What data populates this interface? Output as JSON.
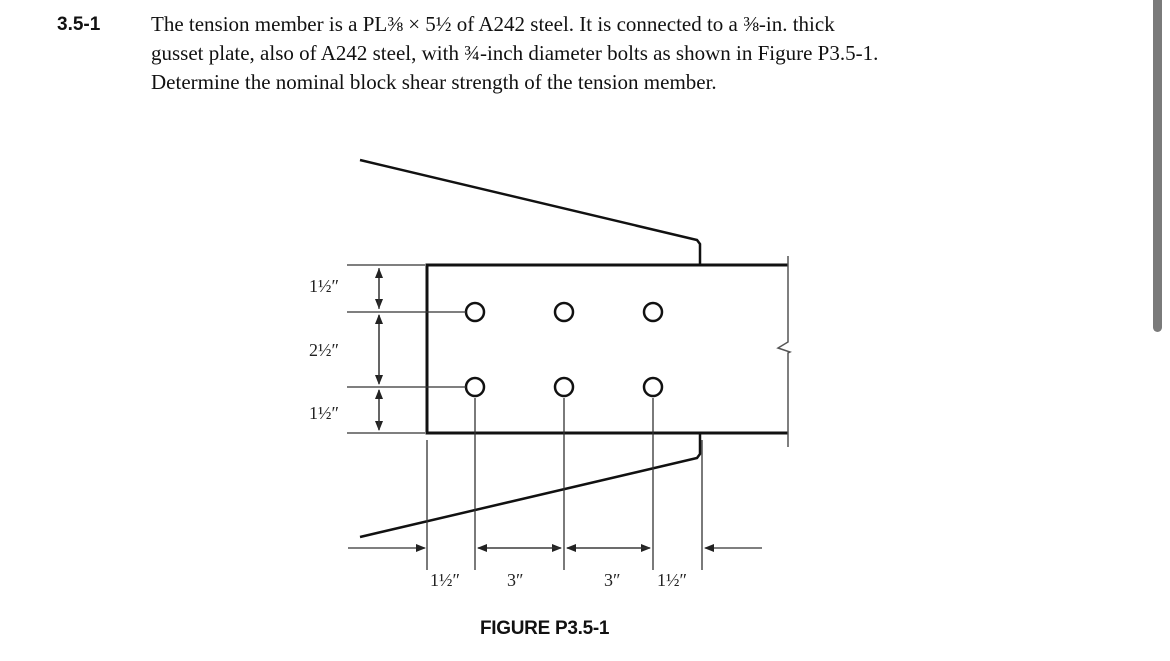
{
  "problem": {
    "number": "3.5-1",
    "lines": [
      "The tension member is a PL⅜ × 5½ of A242 steel. It is connected to a ⅜-in. thick",
      "gusset plate, also of A242 steel, with ¾-inch diameter bolts as shown in Figure P3.5-1.",
      "Determine the nominal block shear strength of the tension member."
    ]
  },
  "figure": {
    "caption": "FIGURE P3.5-1",
    "vertical_dims": [
      "1½″",
      "2½″",
      "1½″"
    ],
    "horizontal_dims": [
      "1½″",
      "3″",
      "3″",
      "1½″"
    ],
    "bolt_rows": 2,
    "bolt_cols": 3,
    "colors": {
      "line": "#111111",
      "dim_line": "#333333"
    }
  },
  "scrollbar": {
    "color": "#7a7a7a"
  }
}
